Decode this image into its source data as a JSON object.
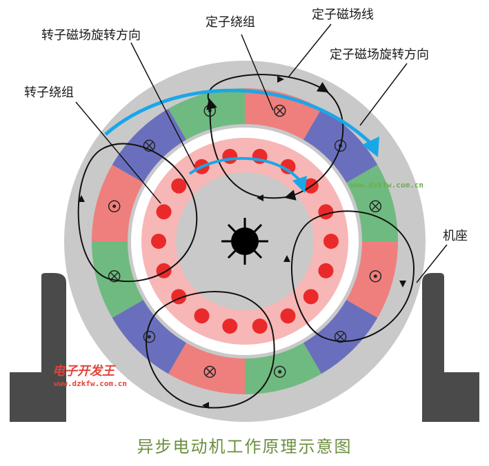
{
  "labels": {
    "rotor_field_direction": "转子磁场旋转方向",
    "stator_winding": "定子绕组",
    "stator_field_lines": "定子磁场线",
    "stator_field_direction": "定子磁场旋转方向",
    "rotor_winding": "转子绕组",
    "frame": "机座"
  },
  "watermark": {
    "url_right": "www.dzkfw.com.cn",
    "logo_text": "电子开发王",
    "url_left": "www.dzkfw.com.cn"
  },
  "caption": "异步电动机工作原理示意图",
  "colors": {
    "base": "#4a4a4a",
    "stator_outer": "#c9c9c9",
    "red": "#ef7f7d",
    "blue": "#6a6fbd",
    "green": "#6fba80",
    "rotor_pink": "#f6b7b6",
    "rotor_center": "#c9c9c9",
    "rotor_dot": "#ea2a2a",
    "arrow_blue": "#1aa7e8",
    "caption": "#6b8e3f"
  }
}
